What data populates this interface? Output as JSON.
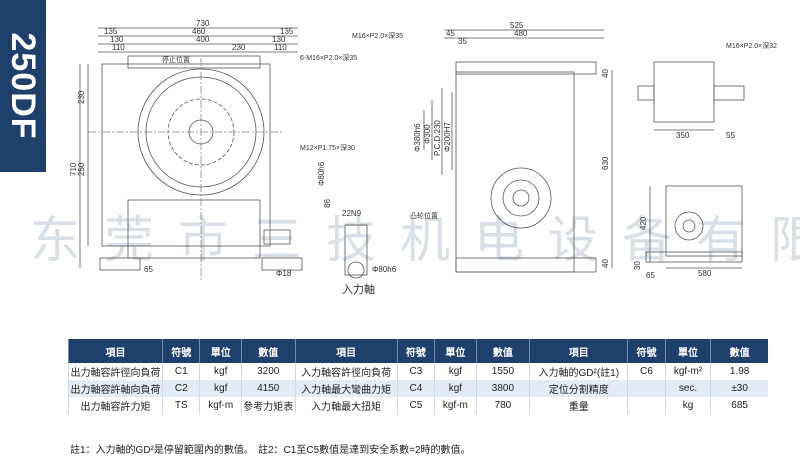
{
  "model": "250DF",
  "watermark": "东莞市三技机电设备有限公司",
  "dims": {
    "top_730": "730",
    "top_135a": "135",
    "top_460": "460",
    "top_135b": "135",
    "top_130a": "130",
    "top_400": "400",
    "top_130b": "130",
    "top_110a": "110",
    "top_230": "230",
    "top_110b": "110",
    "left_230": "230",
    "left_710": "710",
    "left_250": "250",
    "bot_65": "65",
    "right_525": "525",
    "right_45": "45",
    "right_480": "480",
    "right_35": "35",
    "side_40": "40",
    "side_630": "630",
    "side_40b": "40",
    "far_350": "350",
    "far_55": "55",
    "far_420": "420",
    "far_30": "30",
    "far_65": "65",
    "far_580": "580",
    "bot2_65": "65",
    "dia_380": "Φ380h6",
    "dia_300": "Φ300",
    "pcd_230": "P.C.D.230",
    "dia_200": "Φ200H7",
    "dia_80": "Φ80h6",
    "dia_18": "Φ18",
    "dia_80b": "Φ80h6",
    "d_86": "86",
    "d_22": "22N9"
  },
  "callouts": {
    "m16_35": "M16×P2.0×深35",
    "m16_6": "6-M16×P2.0×深35",
    "m12": "M12×P1.75×深30",
    "m16_32": "M16×P2.0×深32",
    "stop_pos": "停止位置",
    "cam_pos": "凸轮位置",
    "input_shaft": "入力軸"
  },
  "table": {
    "headers": [
      "項目",
      "符號",
      "單位",
      "數值",
      "項目",
      "符號",
      "單位",
      "數值",
      "項目",
      "符號",
      "單位",
      "數值"
    ],
    "rows": [
      [
        "出力軸容許徑向負荷",
        "C1",
        "kgf",
        "3200",
        "入力軸容許徑向負荷",
        "C3",
        "kgf",
        "1550",
        "入力軸的GD²(註1)",
        "C6",
        "kgf-m²",
        "1.98"
      ],
      [
        "出力軸容許軸向負荷",
        "C2",
        "kgf",
        "4150",
        "入力軸最大彎曲力矩",
        "C4",
        "kgf",
        "3800",
        "定位分割精度",
        "",
        "sec.",
        "±30"
      ],
      [
        "出力軸容許力矩",
        "TS",
        "kgf-m",
        "參考力矩表",
        "入力軸最大扭矩",
        "C5",
        "kgf-m",
        "780",
        "重量",
        "",
        "kg",
        "685"
      ]
    ]
  },
  "notes": {
    "note1": "註1：入力軸的GD²是停留範圍內的數值。",
    "note2": "註2：C1至C5數值是達到安全系數=2時的數值。"
  },
  "colors": {
    "accent": "#1f3f6d",
    "table_alt": "#e3ebf5",
    "line": "#555555"
  }
}
